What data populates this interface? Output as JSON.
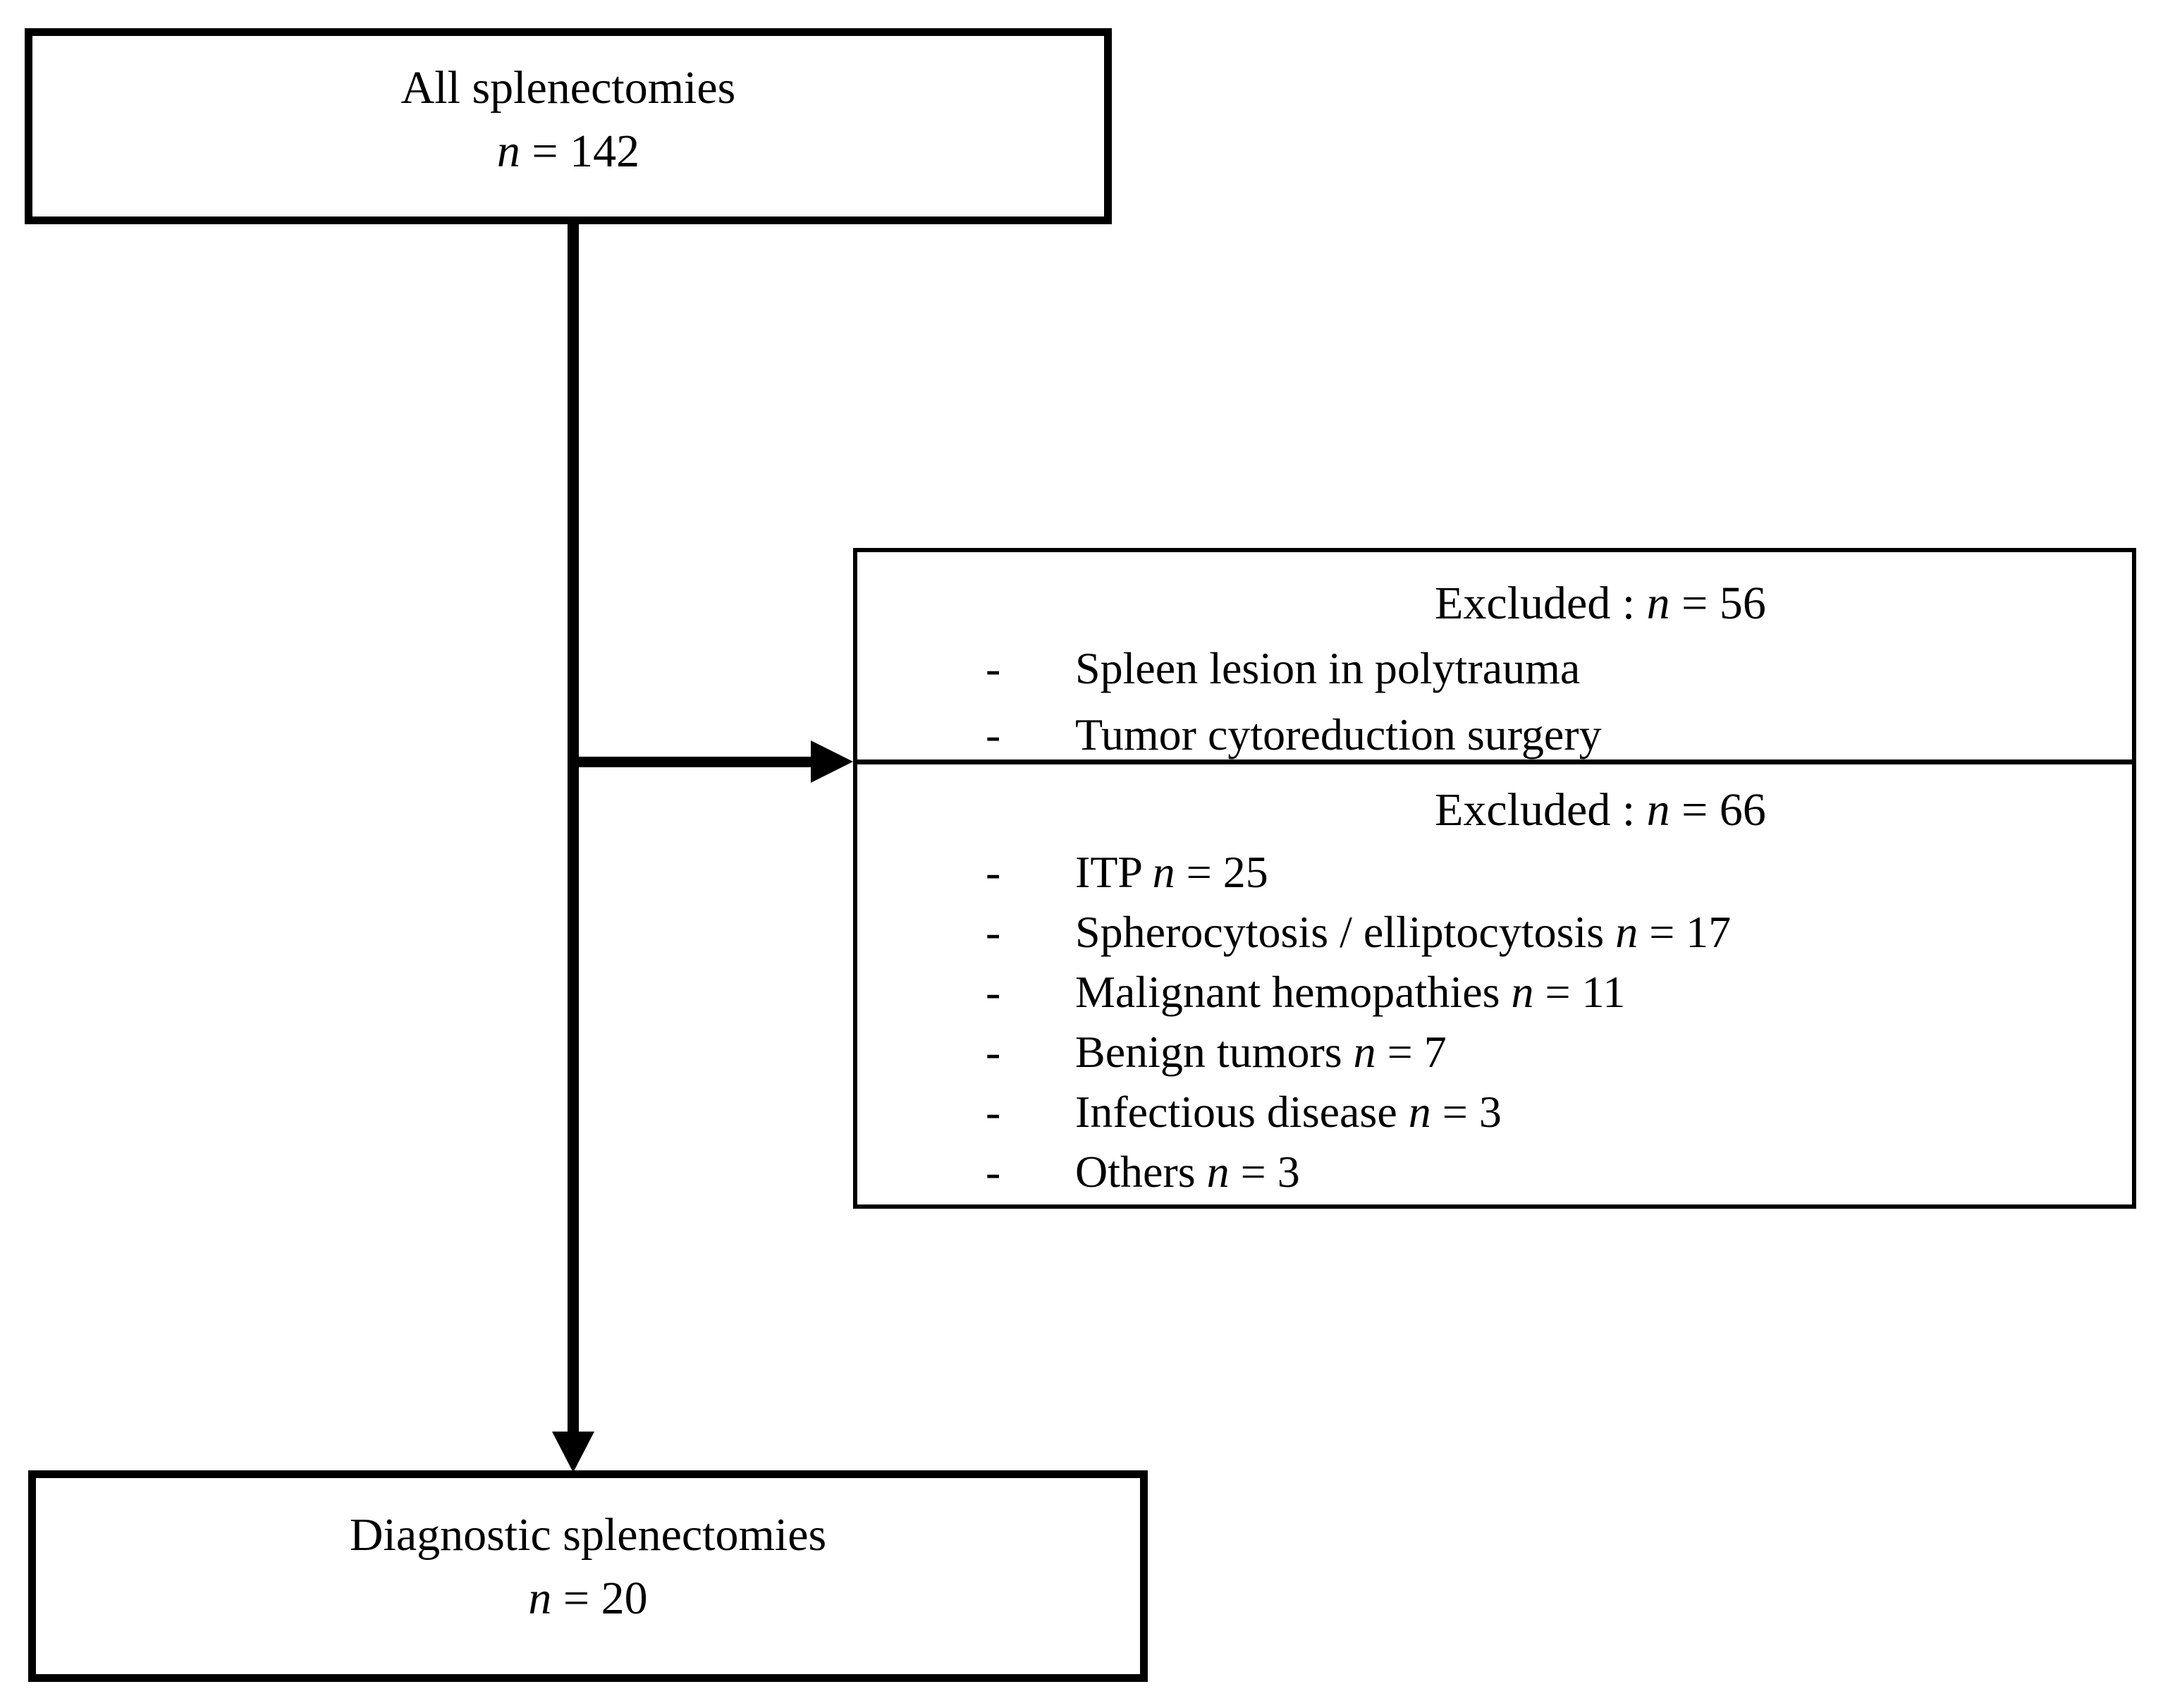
{
  "figure": {
    "background_color": "#ffffff",
    "line_color": "#000000",
    "text_color": "#000000",
    "top_box": {
      "title": "All splenectomies",
      "n_italic": "n",
      "n_rest": " = 142"
    },
    "bottom_box": {
      "title": "Diagnostic splenectomies",
      "n_italic": "n",
      "n_rest": " = 20"
    },
    "excluded_box": {
      "bullet": "-",
      "section1": {
        "heading_prefix": "Excluded : ",
        "heading_n": "n",
        "heading_rest": " = 56",
        "items": [
          {
            "label": "Spleen lesion in polytrauma",
            "n_italic": "",
            "n_rest": ""
          },
          {
            "label": "Tumor cytoreduction surgery",
            "n_italic": "",
            "n_rest": ""
          }
        ]
      },
      "section2": {
        "heading_prefix": "Excluded : ",
        "heading_n": "n",
        "heading_rest": " = 66",
        "items": [
          {
            "label": "ITP ",
            "n_italic": "n",
            "n_rest": " = 25"
          },
          {
            "label": "Spherocytosis / elliptocytosis ",
            "n_italic": "n",
            "n_rest": " = 17"
          },
          {
            "label": "Malignant hemopathies ",
            "n_italic": "n",
            "n_rest": " = 11"
          },
          {
            "label": "Benign tumors ",
            "n_italic": "n",
            "n_rest": " = 7"
          },
          {
            "label": "Infectious disease ",
            "n_italic": "n",
            "n_rest": " = 3"
          },
          {
            "label": "Others ",
            "n_italic": "n",
            "n_rest": " = 3"
          }
        ]
      }
    }
  }
}
